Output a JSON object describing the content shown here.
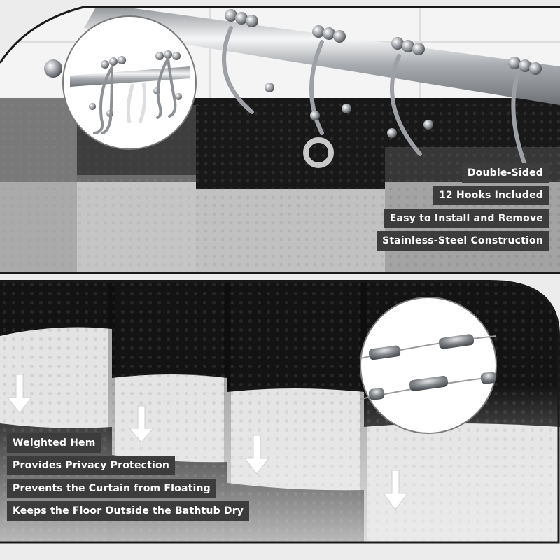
{
  "features_top": [
    {
      "text": "Double-Sided"
    },
    {
      "text": "12 Hooks Included"
    },
    {
      "text": "Easy to Install and Remove"
    },
    {
      "text": "Stainless-Steel Construction"
    }
  ],
  "features_bottom": [
    {
      "text": "Weighted Hem"
    },
    {
      "text": "Provides Privacy Protection"
    },
    {
      "text": "Prevents the Curtain from Floating"
    },
    {
      "text": "Keeps the Floor Outside the Bathtub Dry"
    }
  ],
  "colors": {
    "curtain_black": "#141414",
    "curtain_white": "#e6e6e6",
    "label_bg": "#3c3c3c",
    "label_text": "#ffffff",
    "chrome": "#b9bcc0"
  },
  "icons": [
    "hook-icon",
    "down-arrow-icon",
    "weight-icon"
  ]
}
